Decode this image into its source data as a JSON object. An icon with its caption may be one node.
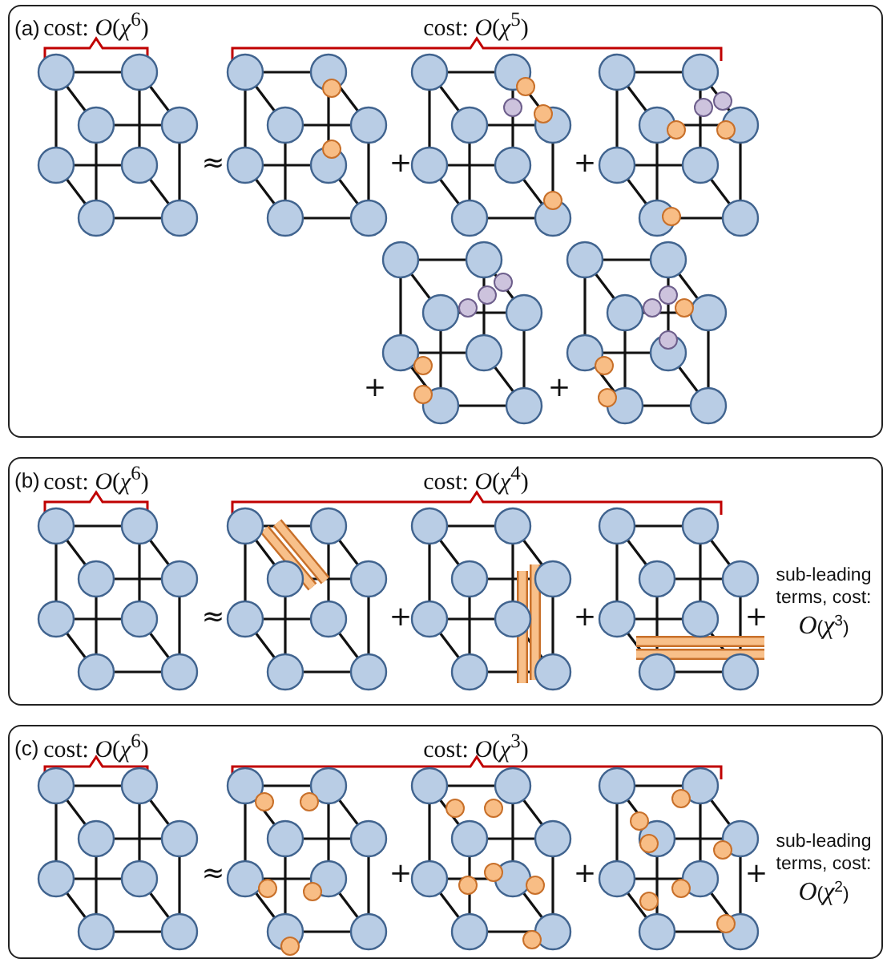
{
  "diagram": {
    "nodes": [
      {
        "text": [
          "(a)"
        ]
      },
      {
        "text": [
          "(b)"
        ]
      },
      {
        "text": [
          "(c)"
        ]
      }
    ],
    "edges": [],
    "labels": [
      "cost: *O*(*χ*$^{6}$)",
      "cost: *O*(*χ*$^{5}$)",
      "≈",
      "+",
      "+",
      "+",
      "+",
      "cost: *O*(*χ*$^{6}$)",
      "cost: *O*(*χ*$^{4}$)",
      "≈",
      "+",
      "+",
      "+",
      "sub-leading terms, cost: *O*(*χ*$^{3}$)",
      "cost: *O*(*χ*$^{6}$)",
      "cost: *O*(*χ*$^{3}$)",
      "≈",
      "+",
      "+",
      "+",
      "sub-leading terms, cost: *O*(*χ*$^{2}$)"
    ]
  }
}
